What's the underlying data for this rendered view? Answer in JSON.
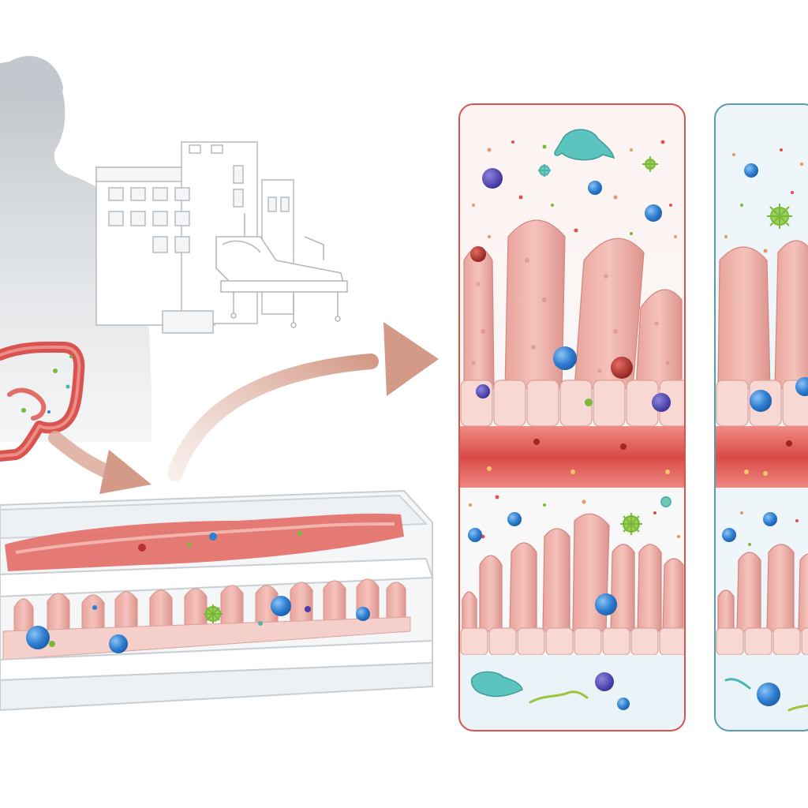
{
  "colors": {
    "background": "#ffffff",
    "silhouette": "#c9cdd2",
    "intestine": "#d9534f",
    "tissue": "#f0b4ad",
    "tissue_dark": "#d98a86",
    "blood_band": "#d94a47",
    "arrow": "#d7a294",
    "panel_diseased_border": "#d9534f",
    "panel_healthy_border": "#5b9bb0",
    "immune_blue": "#2f7fd1",
    "immune_purple": "#4a3fa8",
    "microbe_green": "#7ab83a",
    "microbe_teal": "#4bb6b0",
    "red_cell": "#b8322f"
  },
  "icons": [
    "human-silhouette",
    "intestine",
    "hospital-building",
    "hospital-bed",
    "chip-device",
    "curved-arrow"
  ]
}
